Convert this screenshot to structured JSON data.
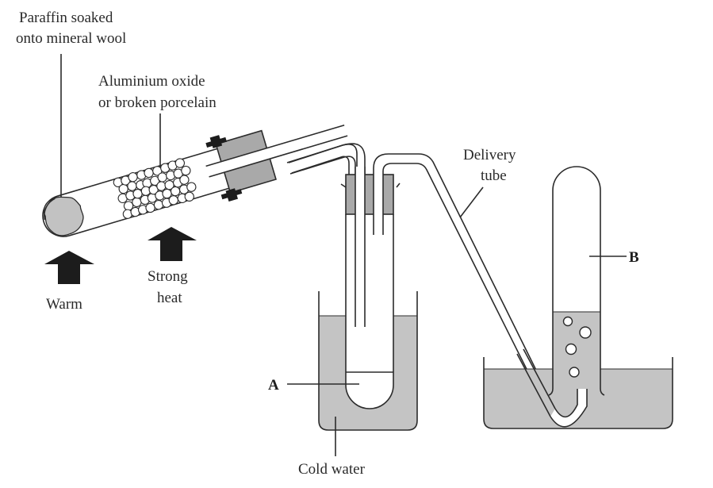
{
  "title": "Cracking of paraffin apparatus",
  "colors": {
    "line": "#2b2b2b",
    "water": "#c4c4c4",
    "bung": "#a9a9a9",
    "arrow": "#1c1c1c",
    "wool": "#c2c2c2"
  },
  "labels": {
    "paraffin_line1": "Paraffin soaked",
    "paraffin_line2": "onto mineral wool",
    "catalyst_line1": "Aluminium oxide",
    "catalyst_line2": "or broken porcelain",
    "warm": "Warm",
    "strong_line1": "Strong",
    "strong_line2": "heat",
    "delivery_line1": "Delivery",
    "delivery_line2": "tube",
    "a": "A",
    "b": "B",
    "cold_water": "Cold water"
  },
  "icons": {
    "warm_arrow": "up-arrow-icon",
    "strong_heat_arrow": "up-arrow-icon"
  }
}
